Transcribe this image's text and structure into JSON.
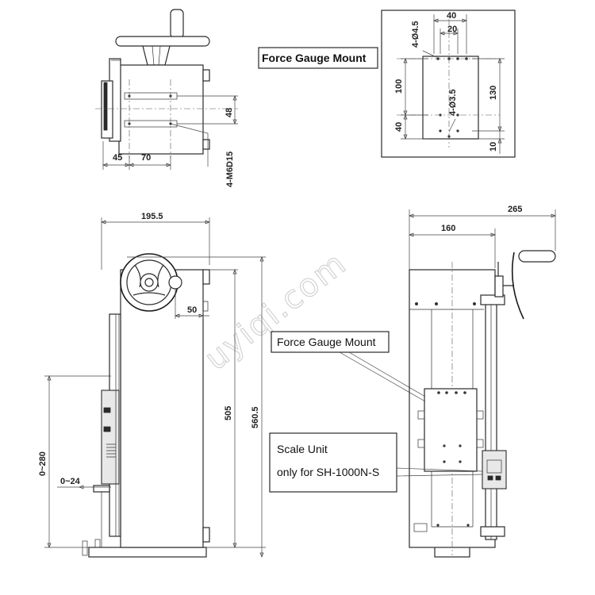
{
  "watermark": "uyiqi.com",
  "labels": {
    "force_gauge_mount_top": "Force Gauge Mount",
    "force_gauge_mount_side": "Force Gauge Mount",
    "scale_unit_line1": "Scale Unit",
    "scale_unit_line2": "only for SH-1000N-S"
  },
  "dimensions": {
    "top_view": {
      "d45": "45",
      "d70": "70",
      "d48": "48",
      "thread": "4-M6D15"
    },
    "mount_detail": {
      "d40": "40",
      "d20": "20",
      "holes_large": "4-Ø4.5",
      "holes_small": "4-Ø3.5",
      "d100": "100",
      "d40_side": "40",
      "d130": "130",
      "d10": "10"
    },
    "front_view": {
      "width": "195.5",
      "d50": "50",
      "h505": "505",
      "h560": "560.5",
      "stroke": "0~280",
      "adjust": "0~24"
    },
    "side_view": {
      "width265": "265",
      "width160": "160"
    }
  }
}
